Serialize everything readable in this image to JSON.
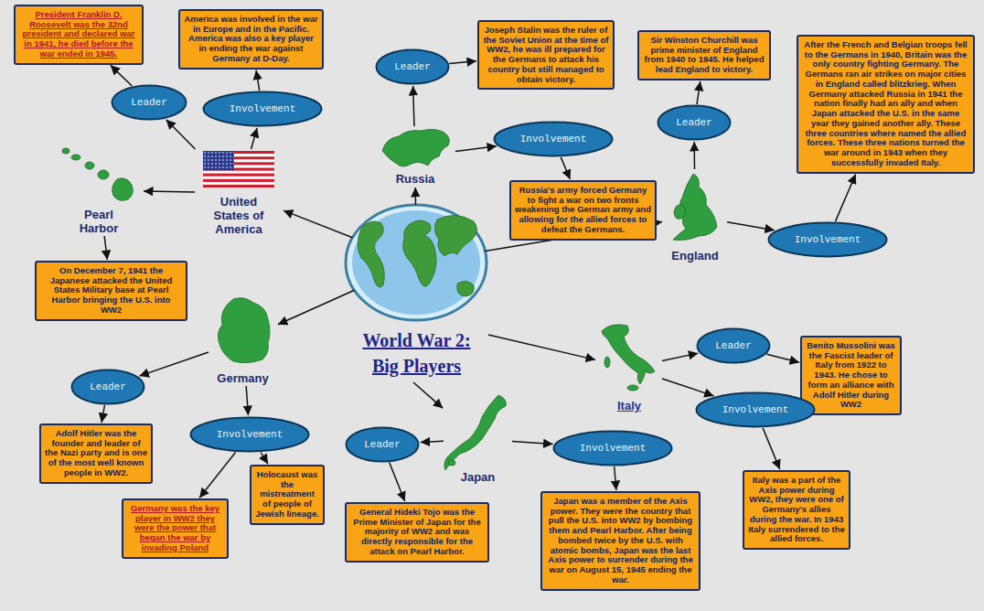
{
  "diagram": {
    "nodes": [
      {
        "text": [
          "World War 2: Big Players"
        ]
      },
      {
        "text": [
          "United States of America"
        ]
      },
      {
        "text": [
          "Leader"
        ]
      },
      {
        "text": [
          "Involvement"
        ]
      },
      {
        "text": [
          "President Franklin D. Roosevelt was the 32nd president and declared war in 1941, he died before the war ended in 1945."
        ]
      },
      {
        "text": [
          "America was involved in the war in Europe and in the Pacific. America was also a key player in ending the war against Germany at D-Day."
        ]
      },
      {
        "text": [
          "Pearl Harbor"
        ]
      },
      {
        "text": [
          "On December 7, 1941 the Japanese attacked the United States Military base at Pearl Harbor bringing the U.S. into WW2"
        ]
      },
      {
        "text": [
          "Russia"
        ]
      },
      {
        "text": [
          "Leader"
        ]
      },
      {
        "text": [
          "Joseph Stalin was the ruler of the Soviet Union at the time of WW2, he was ill prepared for the Germans to attack his country but still managed to obtain victory."
        ]
      },
      {
        "text": [
          "Involvement"
        ]
      },
      {
        "text": [
          "Russia's army forced Germany to fight a war on two fronts weakening the German army and allowing for the allied forces to defeat the Germans."
        ]
      },
      {
        "text": [
          "England"
        ]
      },
      {
        "text": [
          "Leader"
        ]
      },
      {
        "text": [
          "Sir Winston Churchill was prime minister of England from 1940 to 1945. He helped lead England to victory."
        ]
      },
      {
        "text": [
          "Involvement"
        ]
      },
      {
        "text": [
          "After the French and Belgian troops fell to the Germans in 1940, Britain was the only country fighting Germany. The Germans ran air strikes on major cities in England called blitzkrieg. When Germany attacked Russia in 1941 the nation finally had an ally and when Japan attacked the U.S. in the same year they gained another ally. These three countries where named the allied forces. These three nations turned the war around in 1943 when they successfully invaded Italy."
        ]
      },
      {
        "text": [
          "Germany"
        ]
      },
      {
        "text": [
          "Leader"
        ]
      },
      {
        "text": [
          "Adolf Hitler was the founder and leader of the Nazi party and is one of the most well known people in WW2."
        ]
      },
      {
        "text": [
          "Involvement"
        ]
      },
      {
        "text": [
          "Germany was the key player in WW2 they were the power that began the war by invading Poland"
        ]
      },
      {
        "text": [
          "Holocaust was the mistreatment of people of Jewish lineage."
        ]
      },
      {
        "text": [
          "Japan"
        ]
      },
      {
        "text": [
          "Leader"
        ]
      },
      {
        "text": [
          "General Hideki Tojo was the Prime Minister of Japan for the majority of WW2 and was directly responsible for the attack on Pearl Harbor."
        ]
      },
      {
        "text": [
          "Involvement"
        ]
      },
      {
        "text": [
          "Japan was a member of the Axis power. They were the country that pull the U.S. into WW2 by bombing them and Pearl Harbor. After being bombed twice by the U.S. with atomic bombs, Japan was the last Axis power to surrender during the war on August 15, 1945 ending the war."
        ]
      },
      {
        "text": [
          "Italy"
        ]
      },
      {
        "text": [
          "Leader"
        ]
      },
      {
        "text": [
          "Benito Mussolini was the Fascist leader of Italy from 1922 to 1943. He chose to form an alliance with Adolf Hitler during WW2"
        ]
      },
      {
        "text": [
          "Involvement"
        ]
      },
      {
        "text": [
          "Italy was a part of the Axis power during WW2, they were one of Germany's allies during the war. In 1943 Italy surrendered to the allied forces."
        ]
      }
    ],
    "edges": [
      {
        "from": 0,
        "to": 1,
        "arrow": "to"
      },
      {
        "from": 0,
        "to": 8,
        "arrow": "to"
      },
      {
        "from": 0,
        "to": 13,
        "arrow": "to"
      },
      {
        "from": 0,
        "to": 18,
        "arrow": "to"
      },
      {
        "from": 0,
        "to": 24,
        "arrow": "to"
      },
      {
        "from": 0,
        "to": 29,
        "arrow": "to"
      },
      {
        "from": 1,
        "to": 2,
        "arrow": "to"
      },
      {
        "from": 2,
        "to": 4,
        "arrow": "to"
      },
      {
        "from": 1,
        "to": 3,
        "arrow": "to"
      },
      {
        "from": 3,
        "to": 5,
        "arrow": "to"
      },
      {
        "from": 1,
        "to": 6,
        "arrow": "to"
      },
      {
        "from": 6,
        "to": 7,
        "arrow": "to"
      },
      {
        "from": 8,
        "to": 9,
        "arrow": "to"
      },
      {
        "from": 9,
        "to": 10,
        "arrow": "to"
      },
      {
        "from": 8,
        "to": 11,
        "arrow": "to"
      },
      {
        "from": 11,
        "to": 12,
        "arrow": "to"
      },
      {
        "from": 13,
        "to": 14,
        "arrow": "to"
      },
      {
        "from": 14,
        "to": 15,
        "arrow": "to"
      },
      {
        "from": 13,
        "to": 16,
        "arrow": "to"
      },
      {
        "from": 16,
        "to": 17,
        "arrow": "to"
      },
      {
        "from": 18,
        "to": 19,
        "arrow": "to"
      },
      {
        "from": 19,
        "to": 20,
        "arrow": "to"
      },
      {
        "from": 18,
        "to": 21,
        "arrow": "to"
      },
      {
        "from": 21,
        "to": 22,
        "arrow": "to"
      },
      {
        "from": 21,
        "to": 23,
        "arrow": "to"
      },
      {
        "from": 24,
        "to": 25,
        "arrow": "to"
      },
      {
        "from": 25,
        "to": 26,
        "arrow": "to"
      },
      {
        "from": 24,
        "to": 27,
        "arrow": "to"
      },
      {
        "from": 27,
        "to": 28,
        "arrow": "to"
      },
      {
        "from": 29,
        "to": 30,
        "arrow": "to"
      },
      {
        "from": 30,
        "to": 31,
        "arrow": "to"
      },
      {
        "from": 29,
        "to": 32,
        "arrow": "to"
      },
      {
        "from": 32,
        "to": 33,
        "arrow": "to"
      }
    ]
  }
}
